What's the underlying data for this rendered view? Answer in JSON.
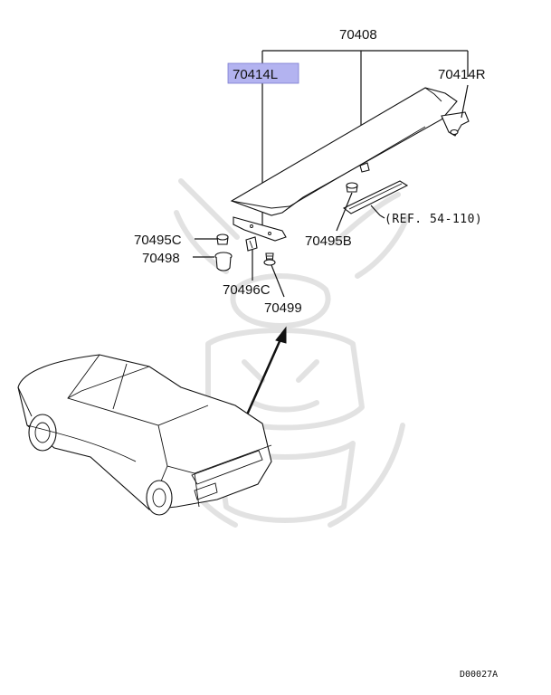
{
  "diagram": {
    "labels": {
      "spoiler_assembly": "70408",
      "bracket_left": "70414L",
      "bracket_right": "70414R",
      "clip_c": "70495C",
      "clip_b": "70495B",
      "grommet": "70498",
      "nut": "70496C",
      "screw": "70499",
      "reference": "(REF. 54-110)"
    },
    "highlight_color": "#b3b3f0",
    "footer_code": "D00027A"
  }
}
